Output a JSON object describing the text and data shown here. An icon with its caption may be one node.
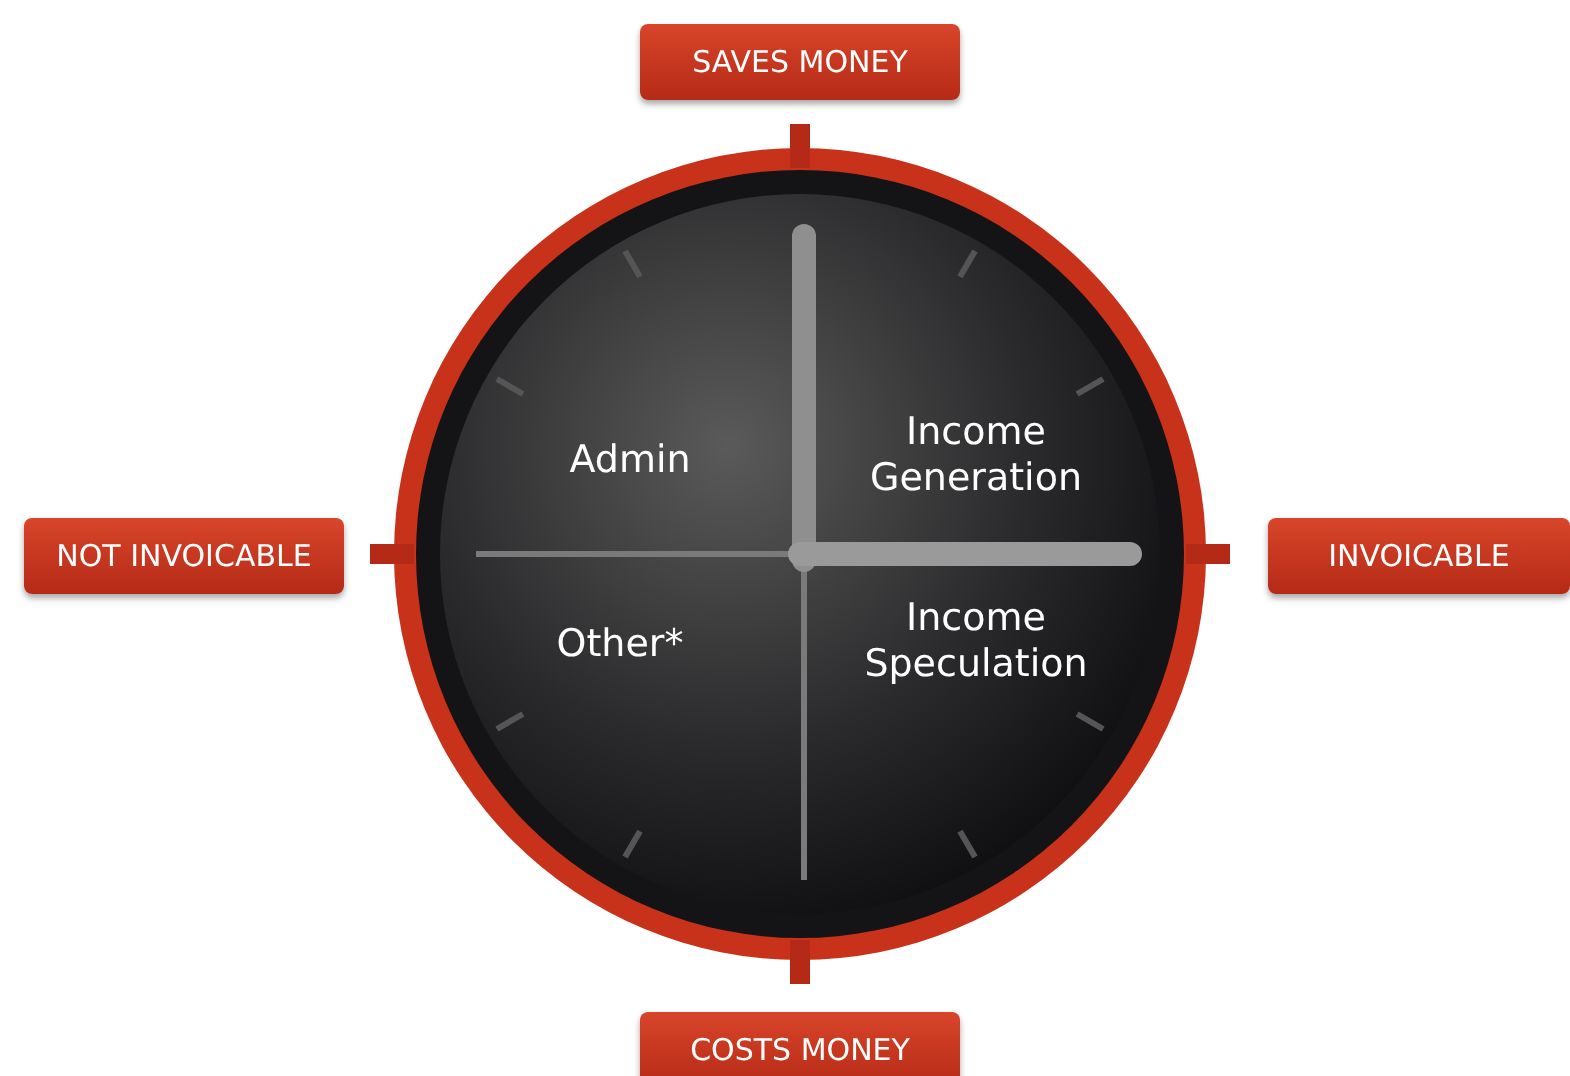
{
  "diagram": {
    "nodes": [
      {
        "text": [
          "SAVES MONEY"
        ]
      },
      {
        "text": [
          "NOT INVOICABLE"
        ]
      },
      {
        "text": [
          "INVOICABLE"
        ]
      },
      {
        "text": [
          "COSTS MONEY"
        ]
      }
    ],
    "edges": [],
    "labels": [
      "Admin",
      "Income Generation",
      "Other*",
      "Income Speculation"
    ]
  }
}
